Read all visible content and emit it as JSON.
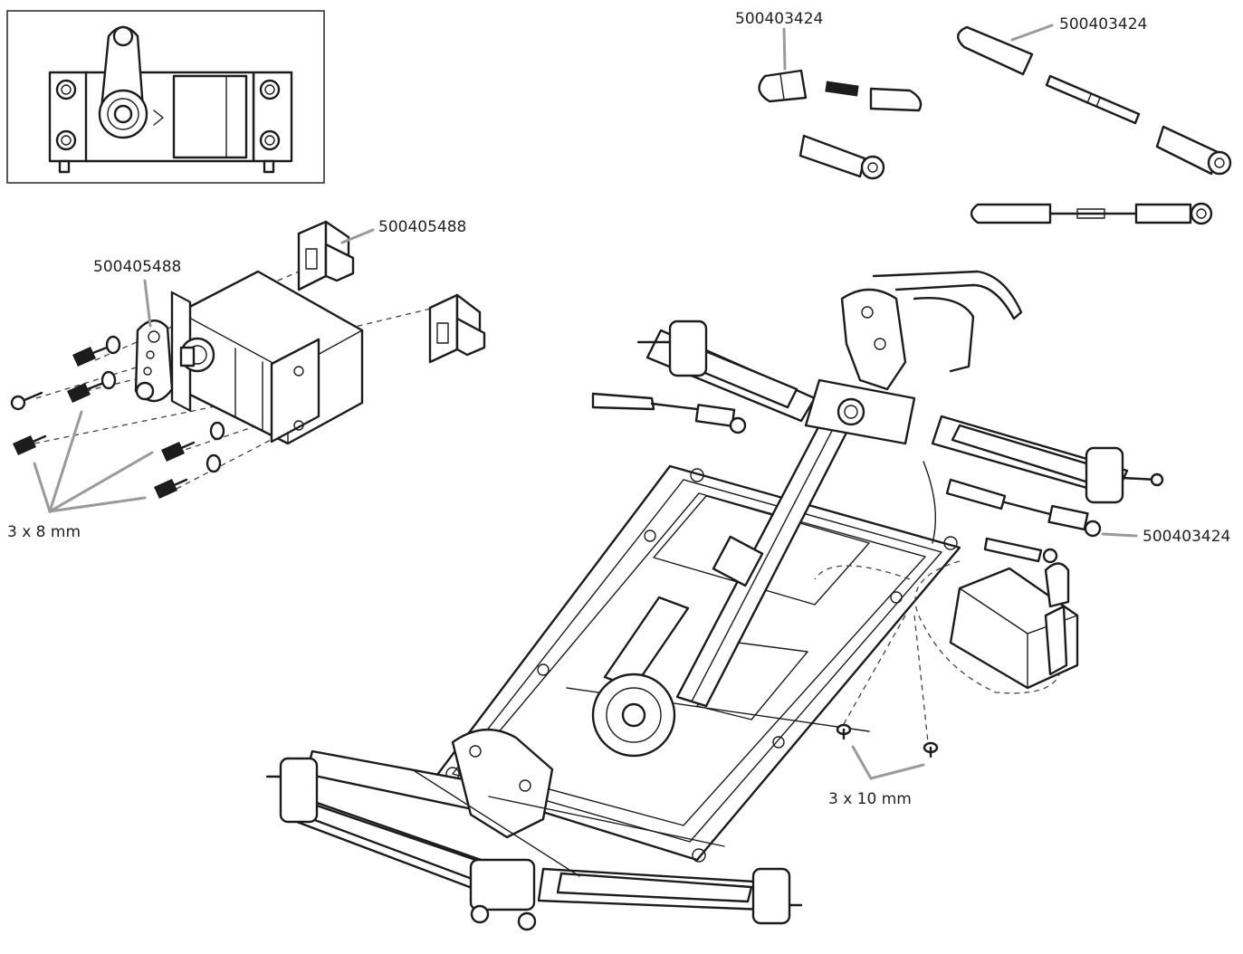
{
  "callouts": {
    "servo_mount_right": "500405488",
    "servo_horn": "500405488",
    "link_top_left": "500403424",
    "link_top_right": "500403424",
    "link_chassis": "500403424"
  },
  "screw_labels": {
    "servo_screws": "3 x 8 mm",
    "chassis_screws": "3 x 10 mm"
  }
}
